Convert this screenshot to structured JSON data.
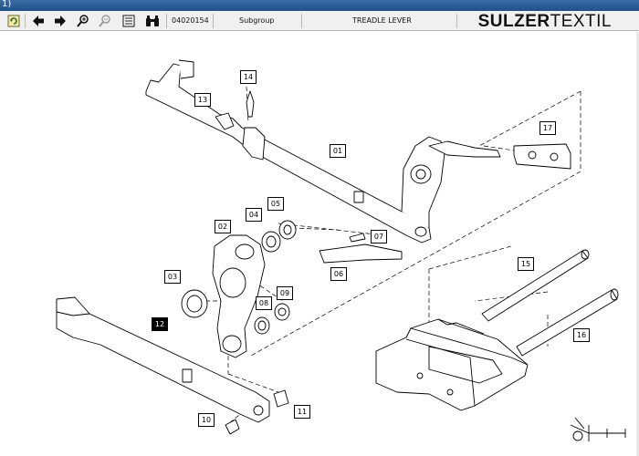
{
  "window": {
    "title": "1)"
  },
  "toolbar": {
    "part_number": "04020154",
    "subgroup": "Subgroup",
    "title": "TREADLE LEVER",
    "brand_bold": "SULZER",
    "brand_thin": "TEXTIL"
  },
  "parts": [
    {
      "id": "part-01",
      "label": "01"
    },
    {
      "id": "part-02",
      "label": "02"
    },
    {
      "id": "part-03",
      "label": "03"
    },
    {
      "id": "part-04",
      "label": "04"
    },
    {
      "id": "part-05",
      "label": "05"
    },
    {
      "id": "part-06",
      "label": "06"
    },
    {
      "id": "part-07",
      "label": "07"
    },
    {
      "id": "part-08",
      "label": "08"
    },
    {
      "id": "part-09",
      "label": "09"
    },
    {
      "id": "part-10",
      "label": "10"
    },
    {
      "id": "part-11",
      "label": "11"
    },
    {
      "id": "part-12",
      "label": "12",
      "selected": true
    },
    {
      "id": "part-13",
      "label": "13"
    },
    {
      "id": "part-14",
      "label": "14"
    },
    {
      "id": "part-15",
      "label": "15"
    },
    {
      "id": "part-16",
      "label": "16"
    },
    {
      "id": "part-17",
      "label": "17"
    }
  ]
}
